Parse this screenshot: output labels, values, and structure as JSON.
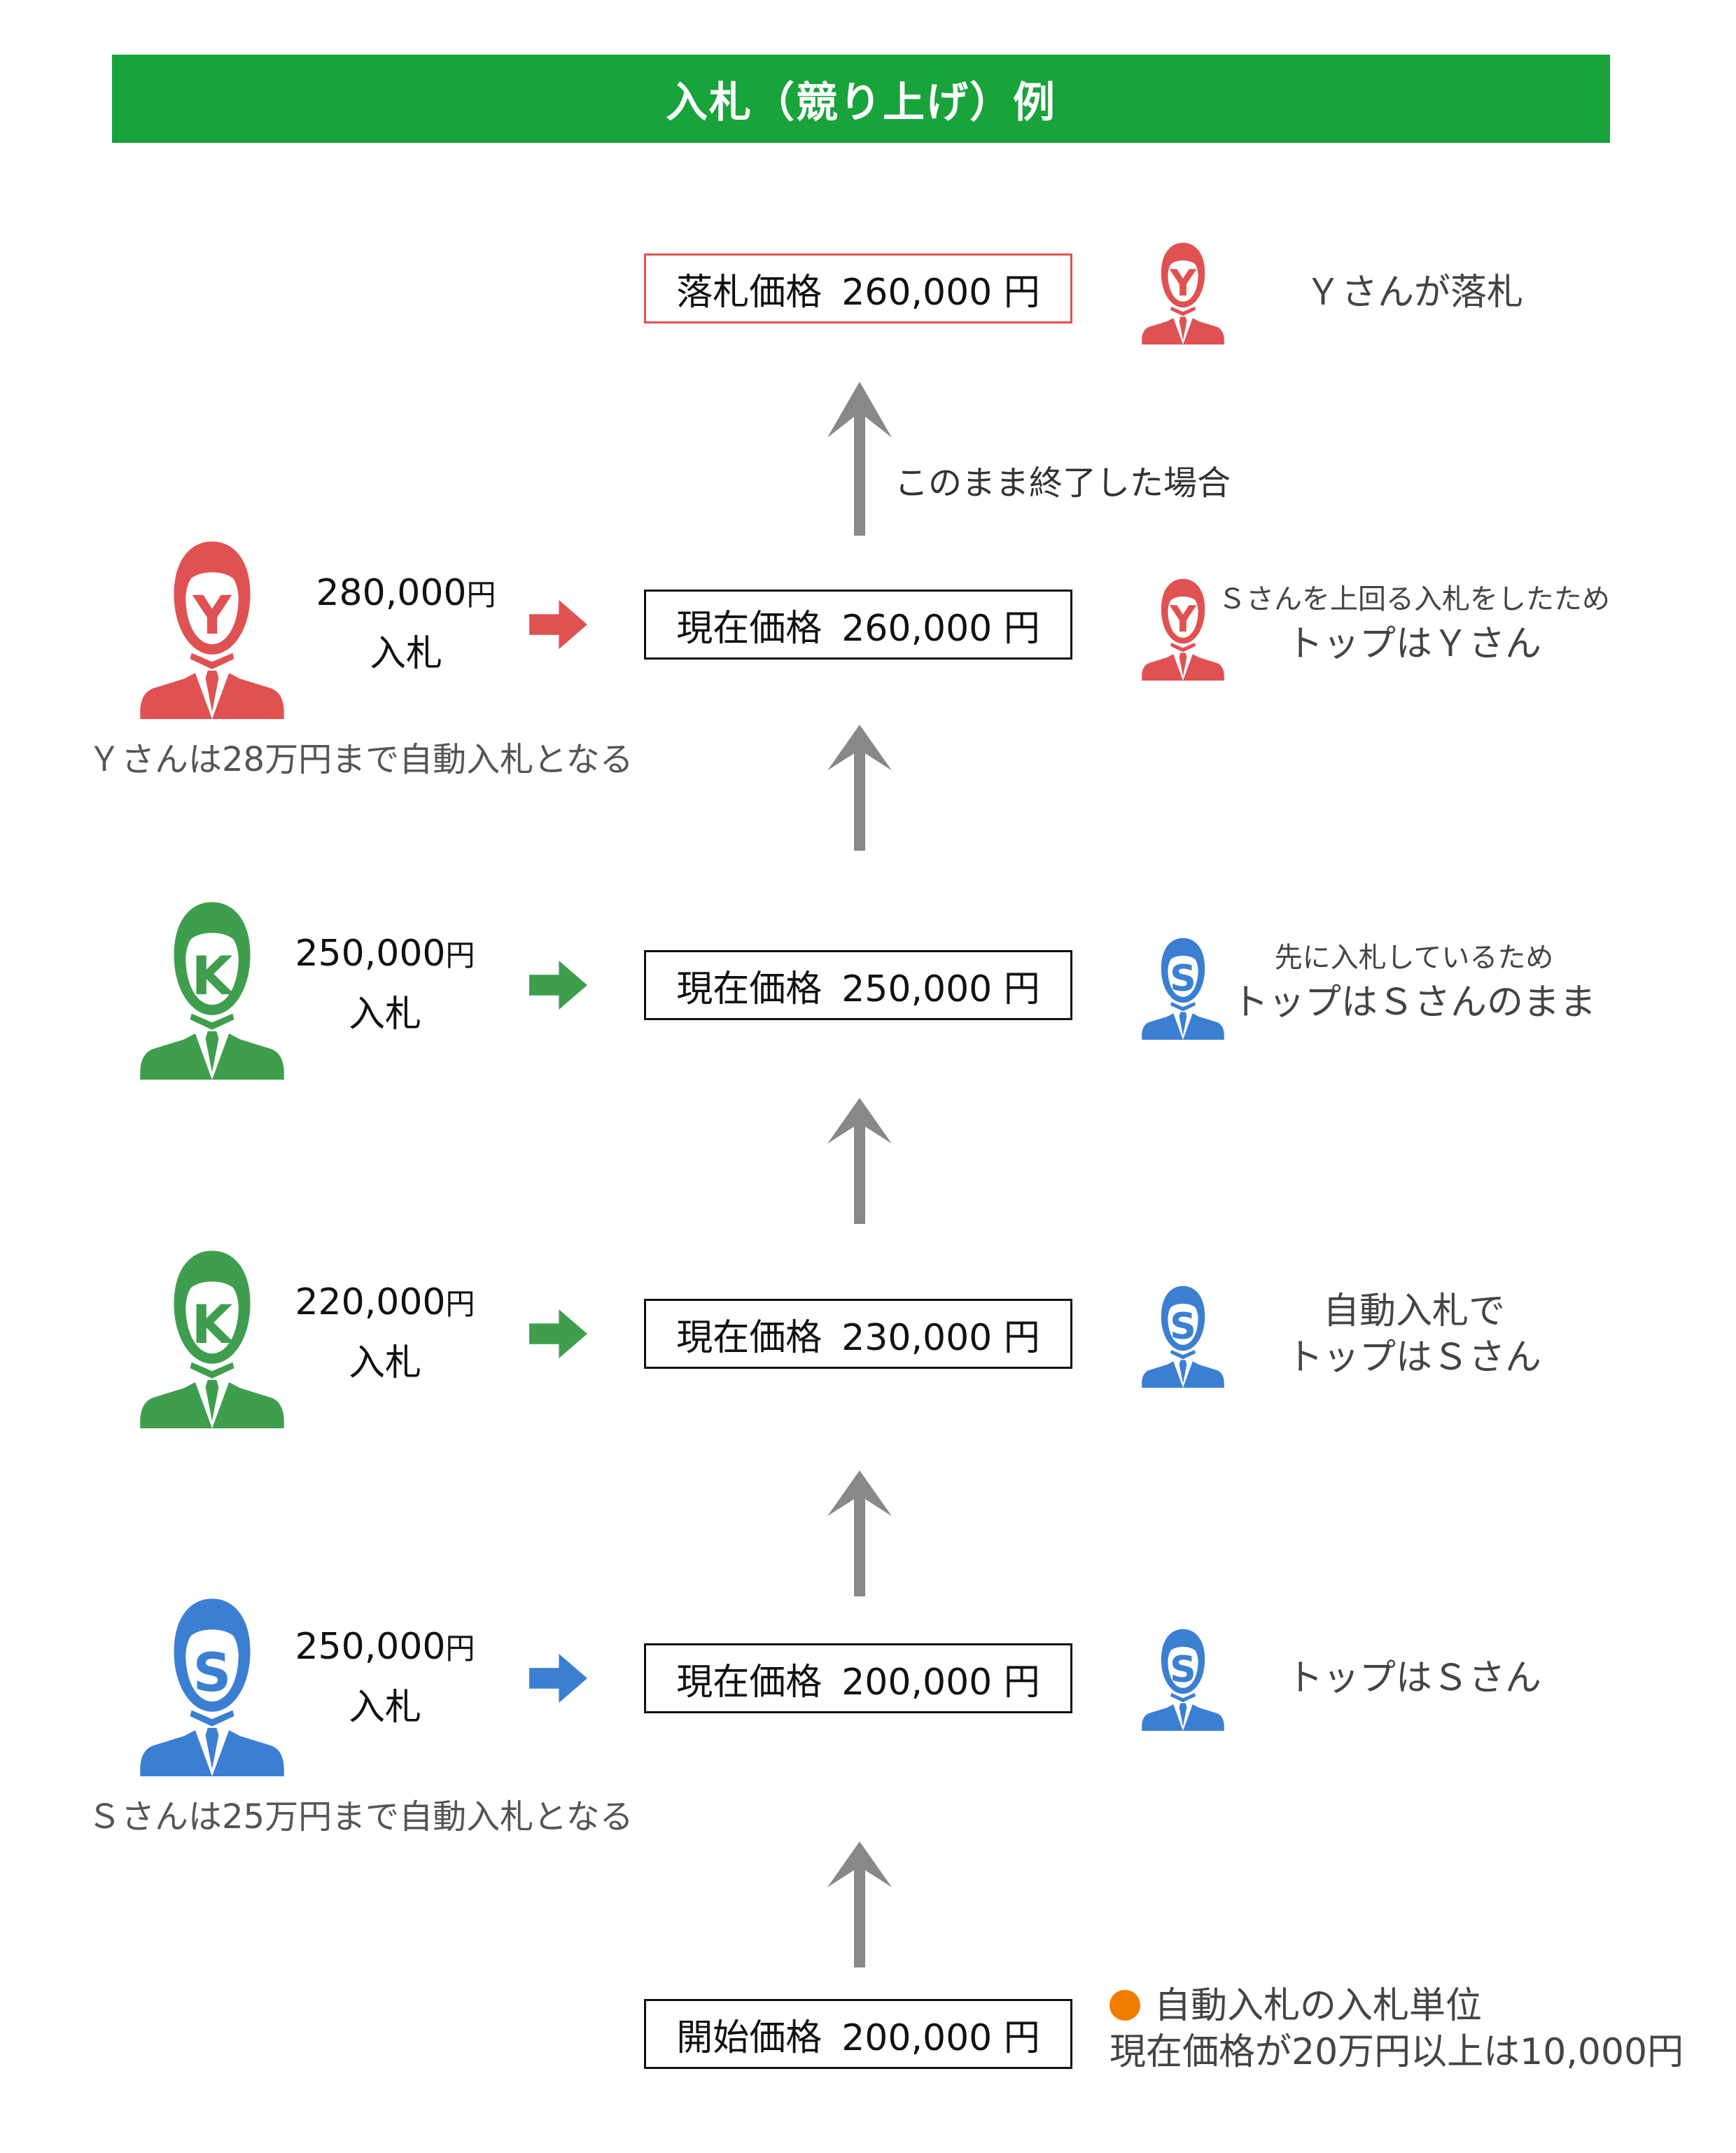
{
  "title": "入札（競り上げ）例",
  "colors": {
    "header": "#18a33b",
    "Y": "#e05152",
    "K": "#3f9e4d",
    "S": "#3b7fd3",
    "up_arrow": "#888888",
    "legend_dot": "#f07c00"
  },
  "final": {
    "label": "落札価格",
    "price": "260,000 円",
    "person": "Y",
    "status": "Ｙさんが落札"
  },
  "end_note": "このまま終了した場合",
  "steps": [
    {
      "label": "現在価格",
      "price": "260,000 円",
      "bidder": "Y",
      "bid_amount": "280,000",
      "bid_unit": "円",
      "bid_action": "入札",
      "top": "Y",
      "status_small": "Ｓさんを上回る入札をしたため",
      "status_main": "トップはＹさん",
      "note": "Ｙさんは28万円まで自動入札となる"
    },
    {
      "label": "現在価格",
      "price": "250,000 円",
      "bidder": "K",
      "bid_amount": "250,000",
      "bid_unit": "円",
      "bid_action": "入札",
      "top": "S",
      "status_small": "先に入札しているため",
      "status_main": "トップはＳさんのまま"
    },
    {
      "label": "現在価格",
      "price": "230,000 円",
      "bidder": "K",
      "bid_amount": "220,000",
      "bid_unit": "円",
      "bid_action": "入札",
      "top": "S",
      "status_line1": "自動入札で",
      "status_line2": "トップはＳさん"
    },
    {
      "label": "現在価格",
      "price": "200,000 円",
      "bidder": "S",
      "bid_amount": "250,000",
      "bid_unit": "円",
      "bid_action": "入札",
      "top": "S",
      "status_main": "トップはＳさん",
      "note": "Ｓさんは25万円まで自動入札となる"
    }
  ],
  "start": {
    "label": "開始価格",
    "price": "200,000 円"
  },
  "legend": {
    "title": "自動入札の入札単位",
    "text": "現在価格が20万円以上は10,000円"
  }
}
